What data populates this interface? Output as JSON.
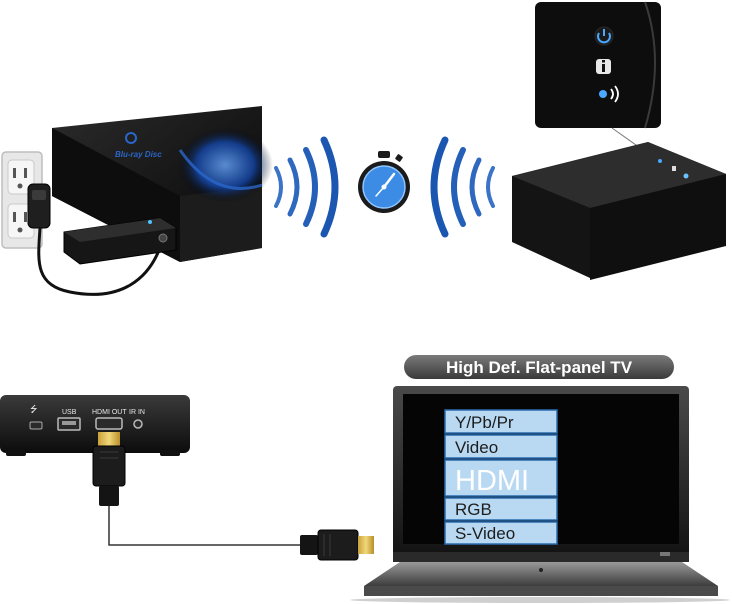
{
  "player": {
    "brand_text": "Blu-ray Disc"
  },
  "receiver_ports": {
    "usb_label": "USB",
    "hdmi_label": "HDMI OUT",
    "ir_label": "IR IN"
  },
  "tv": {
    "banner": "High Def. Flat-panel TV",
    "menu_items": [
      {
        "label": "Y/Pb/Pr",
        "selected": false
      },
      {
        "label": "Video",
        "selected": false
      },
      {
        "label": "HDMI",
        "selected": true
      },
      {
        "label": "RGB",
        "selected": false
      },
      {
        "label": "S-Video",
        "selected": false
      }
    ]
  },
  "indicators": {
    "icons": [
      "power-icon",
      "info-icon",
      "wireless-icon"
    ]
  },
  "colors": {
    "accent_blue": "#2a66c9",
    "menu_fill": "#b9d9f2",
    "menu_border": "#2b6cb0",
    "device_black": "#1a1a1a"
  }
}
